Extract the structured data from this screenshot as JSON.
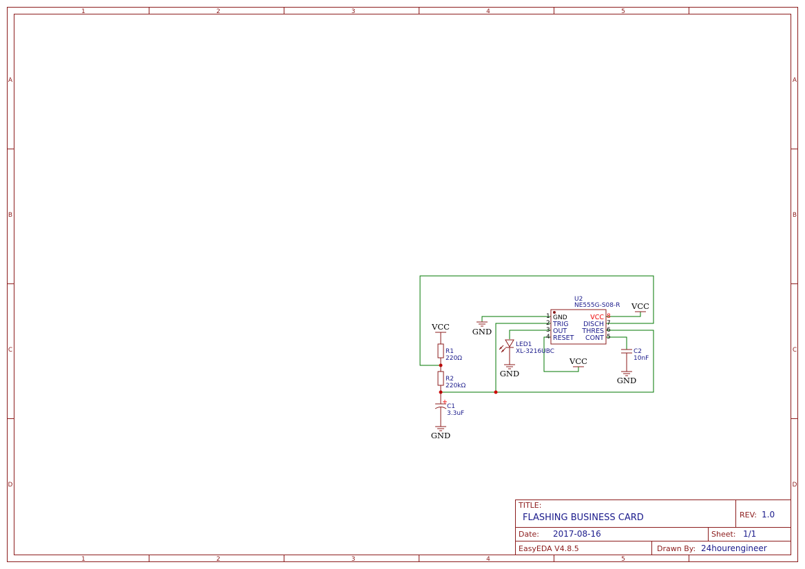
{
  "frame": {
    "columns": [
      "1",
      "2",
      "3",
      "4",
      "5"
    ],
    "rows": [
      "A",
      "B",
      "C",
      "D"
    ]
  },
  "components": {
    "u2": {
      "designator": "U2",
      "part": "NE555G-S08-R",
      "pins_left": [
        {
          "num": "1",
          "name": "GND"
        },
        {
          "num": "2",
          "name": "TRIG"
        },
        {
          "num": "3",
          "name": "OUT"
        },
        {
          "num": "4",
          "name": "RESET"
        }
      ],
      "pins_right": [
        {
          "num": "8",
          "name": "VCC"
        },
        {
          "num": "7",
          "name": "DISCH"
        },
        {
          "num": "6",
          "name": "THRES"
        },
        {
          "num": "5",
          "name": "CONT"
        }
      ]
    },
    "r1": {
      "designator": "R1",
      "value": "220Ω"
    },
    "r2": {
      "designator": "R2",
      "value": "220kΩ"
    },
    "c1": {
      "designator": "C1",
      "value": "3.3uF",
      "polarity": "+"
    },
    "c2": {
      "designator": "C2",
      "value": "10nF"
    },
    "led1": {
      "designator": "LED1",
      "part": "XL-3216UBC"
    }
  },
  "nets": {
    "vcc": "VCC",
    "gnd": "GND"
  },
  "title_block": {
    "title_label": "TITLE:",
    "title": "FLASHING BUSINESS CARD",
    "rev_label": "REV:",
    "rev": "1.0",
    "date_label": "Date:",
    "date": "2017-08-16",
    "sheet_label": "Sheet:",
    "sheet": "1/1",
    "software": "EasyEDA V4.8.5",
    "drawn_label": "Drawn By:",
    "drawn_by": "24hourengineer"
  },
  "colors": {
    "frame": "#8b1a1a",
    "wire": "#007700",
    "text": "#1a1a8b",
    "highlight": "#ee0000"
  }
}
